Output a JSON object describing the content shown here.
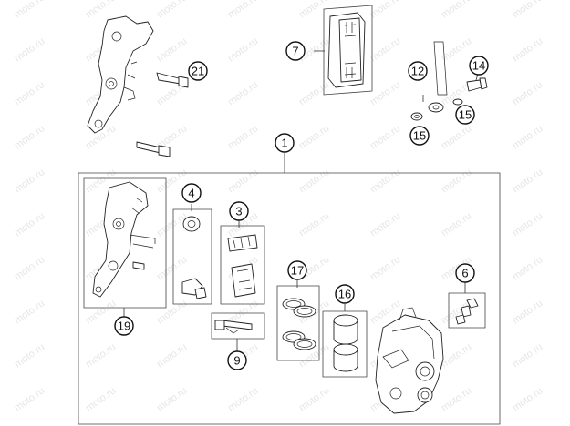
{
  "diagram": {
    "watermark": "moto.ru",
    "callouts": [
      {
        "id": "1",
        "label": "1"
      },
      {
        "id": "3",
        "label": "3"
      },
      {
        "id": "4",
        "label": "4"
      },
      {
        "id": "6",
        "label": "6"
      },
      {
        "id": "7",
        "label": "7"
      },
      {
        "id": "9",
        "label": "9"
      },
      {
        "id": "12",
        "label": "12"
      },
      {
        "id": "14",
        "label": "14"
      },
      {
        "id": "15a",
        "label": "15"
      },
      {
        "id": "15b",
        "label": "15"
      },
      {
        "id": "16",
        "label": "16"
      },
      {
        "id": "17",
        "label": "17"
      },
      {
        "id": "19",
        "label": "19"
      },
      {
        "id": "21",
        "label": "21"
      }
    ]
  }
}
